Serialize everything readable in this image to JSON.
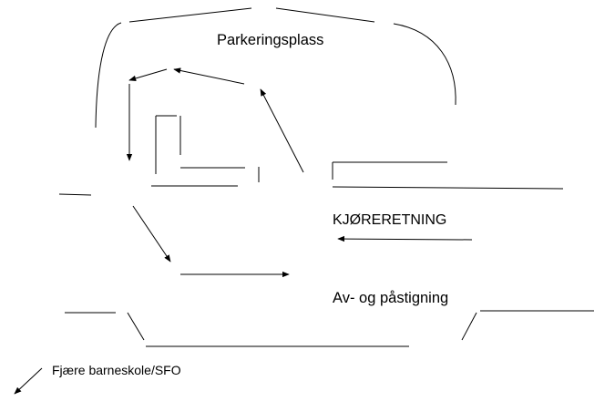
{
  "labels": {
    "parking": "Parkeringsplass",
    "direction": "KJØRERETNING",
    "stop_area": "Av- og påstigning",
    "school": "Fjære barneskole/SFO"
  },
  "colors": {
    "stroke": "#000000",
    "background": "#ffffff"
  }
}
